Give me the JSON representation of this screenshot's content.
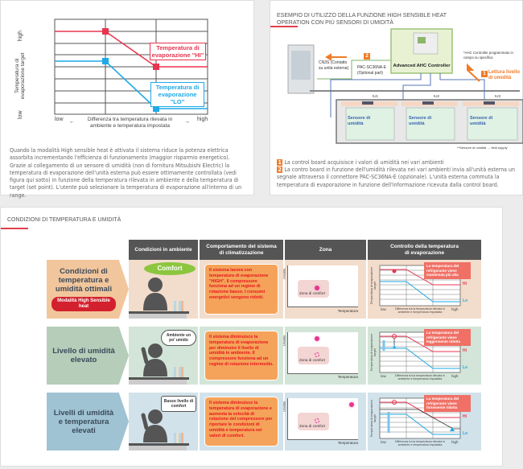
{
  "top_left": {
    "y_axis": {
      "label": "Temperatura di evaporazione target",
      "low": "low",
      "high": "high"
    },
    "x_axis": {
      "label": "Differenza tra temperatura rilevata in ambiente e temperatura impostata",
      "low": "low",
      "high": "high"
    },
    "series_hi": "Temperatura di evaporazione \"HI\"",
    "series_lo": "Temperatura di evaporazione \"LO\"",
    "colors": {
      "hi": "#e8354f",
      "lo": "#1ea9e6"
    },
    "description": "Quando la modalità High sensible heat è attivata il sistema riduce la potenza elettrica assorbita incrementando l'efficienza di funzionamento (maggior risparmio energetico). Grazie al collegamento di un sensore di umidità (non di fornitura Mitsubishi Electric) la temperatura di evaporazione dell'unità esterna può essere ottimamente controllata (vedi figura qui sotto) in funzione della temperatura rilevata in ambiente e della temperatura di target (set point). L'utente può selezionare la temperatura di evaporazione all'interno di un range."
  },
  "top_right": {
    "title": "ESEMPIO DI UTILIZZO DELLA FUNZIONE HIGH SENSIBLE HEAT OPERATION CON PIÙ SENSORI DI UMIDITÀ",
    "cn3s": "CN3S (Contatto su unità esterna)",
    "pac": "PAC-SC36NA-E (Optional part)",
    "controller": "Advanced AHC Controller",
    "controller_note": "*AHC Controller programmato in campo su specifica",
    "step1_badge": "1",
    "step2_badge": "2",
    "reading": "Lettura livello di umidità",
    "indoor_units": [
      "IU1",
      "IU2",
      "IU3"
    ],
    "sensor": "Sensore di umidità",
    "supply_note": "**Sensore di umidità → field supply",
    "notes": [
      "La control board acquisisce i valori di umidità nei vari ambienti",
      "La contro board in funzione dell'umidità rilevata nei vari ambienti invia all'unità esterna un segnale attraverso il connettore PAC-SC36NA-E (opzionale). L'unità esterna commuta la temperatura di evaporazione in funzione dell'informazione ricevuta dalla control board."
    ]
  },
  "conditions": {
    "title": "CONDIZIONI DI TEMPERATURA E UMIDITÀ",
    "headers": [
      "Condizioni in ambiente",
      "Comportamento del sistema di climatizzazione",
      "Zona",
      "Controllo della temperatura di evaporazione"
    ],
    "zone_labels": {
      "y": "Umidità",
      "x": "Temperatura",
      "comfort": "Zona di comfort"
    },
    "mini_chart": {
      "y": "Temperatura di evaporazione target",
      "x": "Differenza tra la temperatura rilevata in ambiente e temperatura impostata",
      "low": "low",
      "high": "high",
      "hi": "Hi",
      "lo": "Lo"
    },
    "rows": [
      {
        "label": "Condizioni di temperatura e umidità ottimali",
        "badge": "Modalità High Sensible heat",
        "speech": "Comfort",
        "behaviour": "Il sistema lavora con temperatura di evaporazione \"HIGH\". Il compressore funziona ad un regime di rotazione basso. I consumi energetici vengono ridotti.",
        "callout": "La temperatura del refrigerante viene mantenuta più alta",
        "bg": "#f2dccb",
        "label_bg": "#f2c69c"
      },
      {
        "label": "Livello di umidità elevato",
        "speech": "Ambiente un po' umido",
        "behaviour": "Il sistema diminuisce la temperatura di evaporazione per diminuire il livello di umidità in ambiente. Il compressore funziona ad un regime di rotazione intermedio.",
        "callout": "La temperatura del refrigerante viene leggermente ridotta",
        "bg": "#d3e5d8",
        "label_bg": "#b5cdb9"
      },
      {
        "label": "Livelli di umidità e temperatura elevati",
        "speech": "Basso livello di comfort",
        "behaviour": "Il sistema diminuisce la temperatura di evaporazione e aumenta la velocità di rotazione del compressore per riportare le condizioni di umidità e temperatura nei valori di comfort.",
        "callout": "La temperatura del refrigerante viene fortemente ridotta",
        "bg": "#d2e2ea",
        "label_bg": "#9fc3d3"
      }
    ]
  }
}
